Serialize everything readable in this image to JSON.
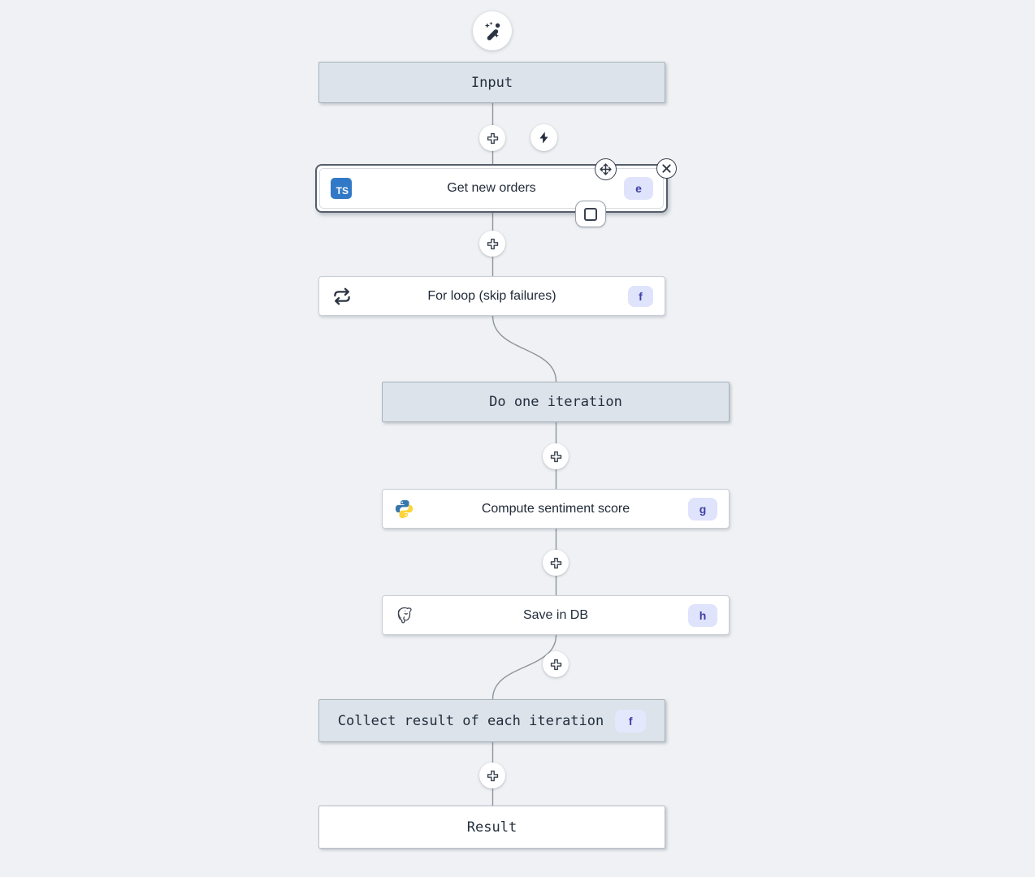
{
  "colors": {
    "canvas_bg": "#eff1f4",
    "virtual_box_bg": "#dce3ea",
    "node_bg": "#ffffff",
    "node_border": "#c9ced6",
    "selected_ring": "#565e6c",
    "badge_bg": "#dfe3fc",
    "badge_text": "#3e3fa5",
    "typescript_blue": "#3178c6",
    "python_blue": "#3776ab",
    "python_yellow": "#ffd43b",
    "icon_dark": "#2b3442",
    "connector": "#8d949d"
  },
  "icons": {
    "magic_wand": "wand-sparkles",
    "insert": "plus",
    "trigger": "lightning-bolt",
    "move": "move-arrows",
    "close": "x-circle",
    "pick": "square",
    "for_loop": "repeat-arrows",
    "typescript": "TS",
    "python": "python-logo",
    "postgresql": "postgres-elephant"
  },
  "nodes": {
    "input": {
      "label": "Input"
    },
    "get_new_orders": {
      "label": "Get new orders",
      "badge": "e"
    },
    "for_loop": {
      "label": "For loop (skip failures)",
      "badge": "f"
    },
    "do_one_iteration": {
      "label": "Do one iteration"
    },
    "compute_sentiment_score": {
      "label": "Compute sentiment score",
      "badge": "g"
    },
    "save_in_db": {
      "label": "Save in DB",
      "badge": "h"
    },
    "collect_result": {
      "label": "Collect result of each iteration",
      "badge": "f"
    },
    "result": {
      "label": "Result"
    }
  }
}
